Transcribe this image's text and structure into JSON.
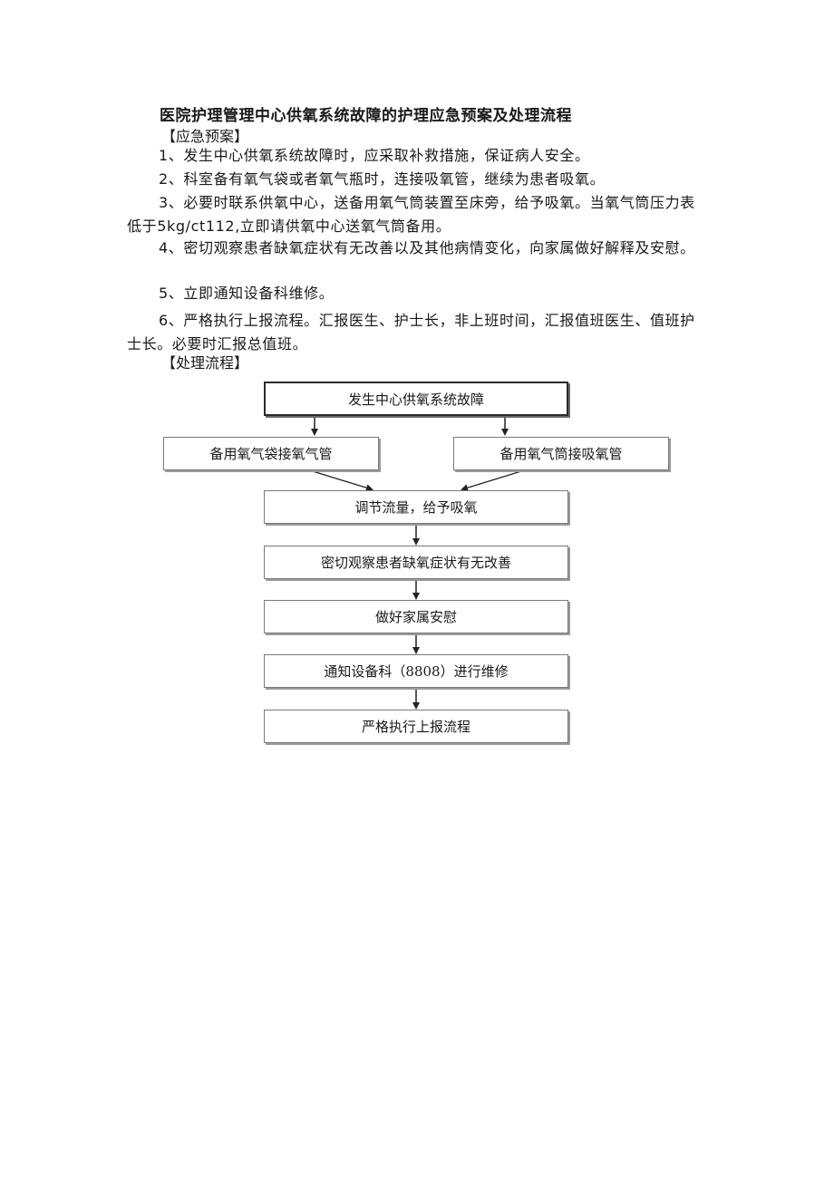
{
  "document": {
    "title": "医院护理管理中心供氧系统故障的护理应急预案及处理流程",
    "plan_heading": "【应急预案】",
    "items": [
      "1、发生中心供氧系统故障时，应采取补救措施，保证病人安全。",
      "2、科室备有氧气袋或者氧气瓶时，连接吸氧管，继续为患者吸氧。",
      "3、必要时联系供氧中心，送备用氧气筒装置至床旁，给予吸氧。当氧气筒压力表低于5kg∕ct112,立即请供氧中心送氧气筒备用。",
      "4、密切观察患者缺氧症状有无改善以及其他病情变化，向家属做好解释及安慰。",
      "5、立即通知设备科维修。",
      "6、严格执行上报流程。汇报医生、护士长，非上班时间，汇报值班医生、值班护士长。必要时汇报总值班。"
    ],
    "flow_heading": "【处理流程】"
  },
  "flowchart": {
    "steps": {
      "start": "发生中心供氧系统故障",
      "left_branch": "备用氧气袋接氧气管",
      "right_branch": "备用氧气筒接吸氧管",
      "adjust": "调节流量，给予吸氧",
      "observe": "密切观察患者缺氧症状有无改善",
      "comfort": "做好家属安慰",
      "notify": "通知设备科（8808）进行维修",
      "report": "严格执行上报流程"
    }
  }
}
